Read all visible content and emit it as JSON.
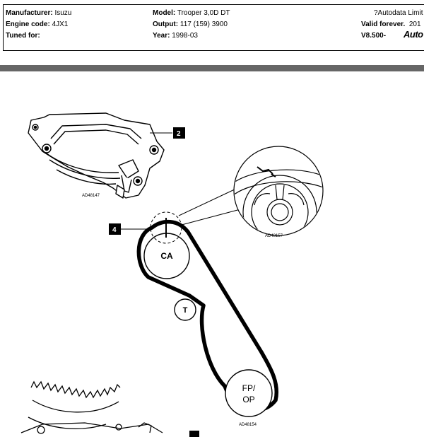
{
  "header": {
    "manufacturer_label": "Manufacturer:",
    "manufacturer_value": "Isuzu",
    "engine_code_label": "Engine code:",
    "engine_code_value": "4JX1",
    "tuned_for_label": "Tuned for:",
    "tuned_for_value": "",
    "model_label": "Model:",
    "model_value": "Trooper  3,0D DT",
    "output_label": "Output:",
    "output_value": "117 (159) 3900",
    "year_label": "Year:",
    "year_value": "1998-03",
    "copyright": "?Autodata Limit",
    "valid_label": "Valid forever.",
    "valid_value": "201",
    "version": "V8.500-",
    "logo_text": "Auto"
  },
  "diagram": {
    "callouts": [
      "2",
      "4"
    ],
    "pulleys": {
      "camshaft": "CA",
      "tensioner": "T",
      "fuel_pump_line1": "FP/",
      "fuel_pump_line2": "OP"
    },
    "references": [
      "AD48147",
      "AD48157",
      "AD48154"
    ]
  }
}
